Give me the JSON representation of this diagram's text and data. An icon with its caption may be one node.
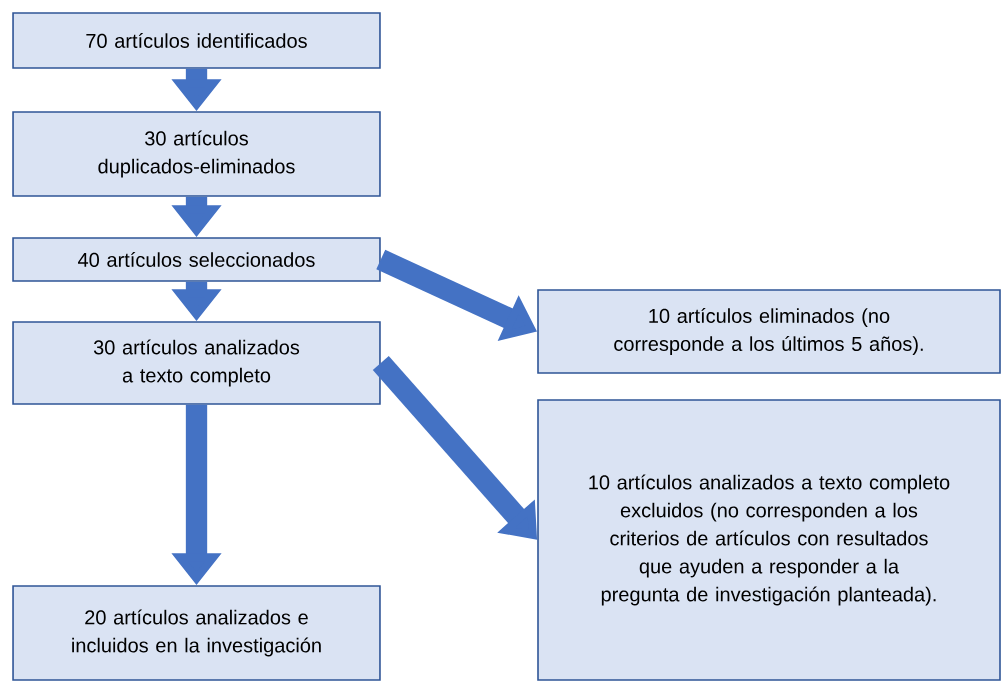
{
  "diagram": {
    "nodes": [
      {
        "text": [
          "70 artículos identificados"
        ]
      },
      {
        "text": [
          "30 artículos duplicados-eliminados"
        ]
      },
      {
        "text": [
          "40 artículos seleccionados"
        ]
      },
      {
        "text": [
          "30 artículos analizados a texto completo"
        ]
      },
      {
        "text": [
          "20 artículos analizados e incluidos en la investigación"
        ]
      },
      {
        "text": [
          "10 artículos eliminados (no corresponde a los últimos 5 años)."
        ]
      },
      {
        "text": [
          "10 artículos analizados a texto completo excluidos (no corresponden a los criterios de artículos con resultados que ayuden a responder a la pregunta de investigación planteada)."
        ]
      }
    ],
    "edges": [
      {
        "from": 0,
        "to": 1,
        "arrow": "to"
      },
      {
        "from": 1,
        "to": 2,
        "arrow": "to"
      },
      {
        "from": 2,
        "to": 3,
        "arrow": "to"
      },
      {
        "from": 3,
        "to": 4,
        "arrow": "to"
      },
      {
        "from": 2,
        "to": 5,
        "arrow": "to"
      },
      {
        "from": 3,
        "to": 6,
        "arrow": "to"
      }
    ]
  }
}
